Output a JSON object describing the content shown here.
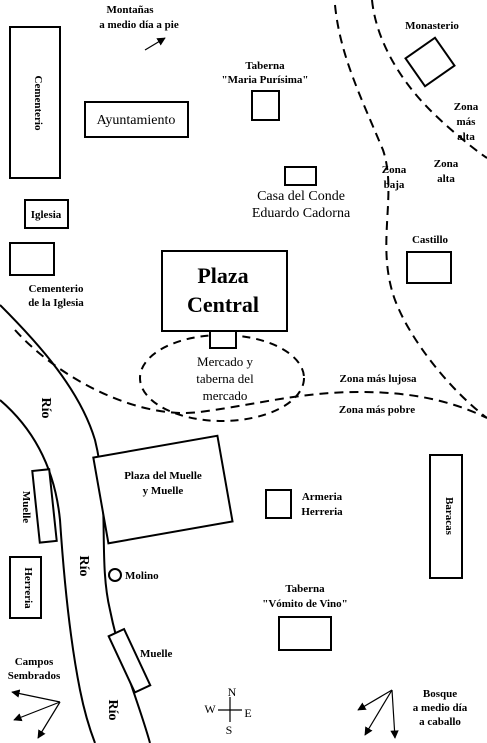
{
  "labels": {
    "mountains": [
      "Montañas",
      "a medio día a pie"
    ],
    "cemetery": "Cementerio",
    "town_hall": "Ayuntamiento",
    "tavern_maria": [
      "Taberna",
      "\"Maria Purísima\""
    ],
    "monastery": "Monasterio",
    "zone_higher": [
      "Zona",
      "más",
      "alta"
    ],
    "zone_low": [
      "Zona",
      "baja"
    ],
    "zone_high": [
      "Zona",
      "alta"
    ],
    "church": "Iglesia",
    "count_house": [
      "Casa del Conde",
      "Eduardo Cadorna"
    ],
    "castle": "Castillo",
    "church_cemetery": [
      "Cementerio",
      "de la Iglesia"
    ],
    "central_plaza": [
      "Plaza",
      "Central"
    ],
    "market": [
      "Mercado y",
      "taberna del",
      "mercado"
    ],
    "zone_luxury": "Zona más lujosa",
    "zone_poor": "Zona más pobre",
    "river_1": "Río",
    "river_2": "Río",
    "river_3": "Río",
    "dock_plaza": [
      "Plaza del Muelle",
      "y Muelle"
    ],
    "dock_left": "Muelle",
    "armory": [
      "Armeria",
      "Herreria"
    ],
    "barracks": "Baracas",
    "smithy": "Herreria",
    "mill": "Molino",
    "tavern_vomit": [
      "Taberna",
      "\"Vómito de Vino\""
    ],
    "dock_bottom": "Muelle",
    "fields": [
      "Campos",
      "Sembrados"
    ],
    "forest": [
      "Bosque",
      "a medio día",
      "a caballo"
    ]
  },
  "compass": {
    "n": "N",
    "s": "S",
    "e": "E",
    "w": "W"
  }
}
